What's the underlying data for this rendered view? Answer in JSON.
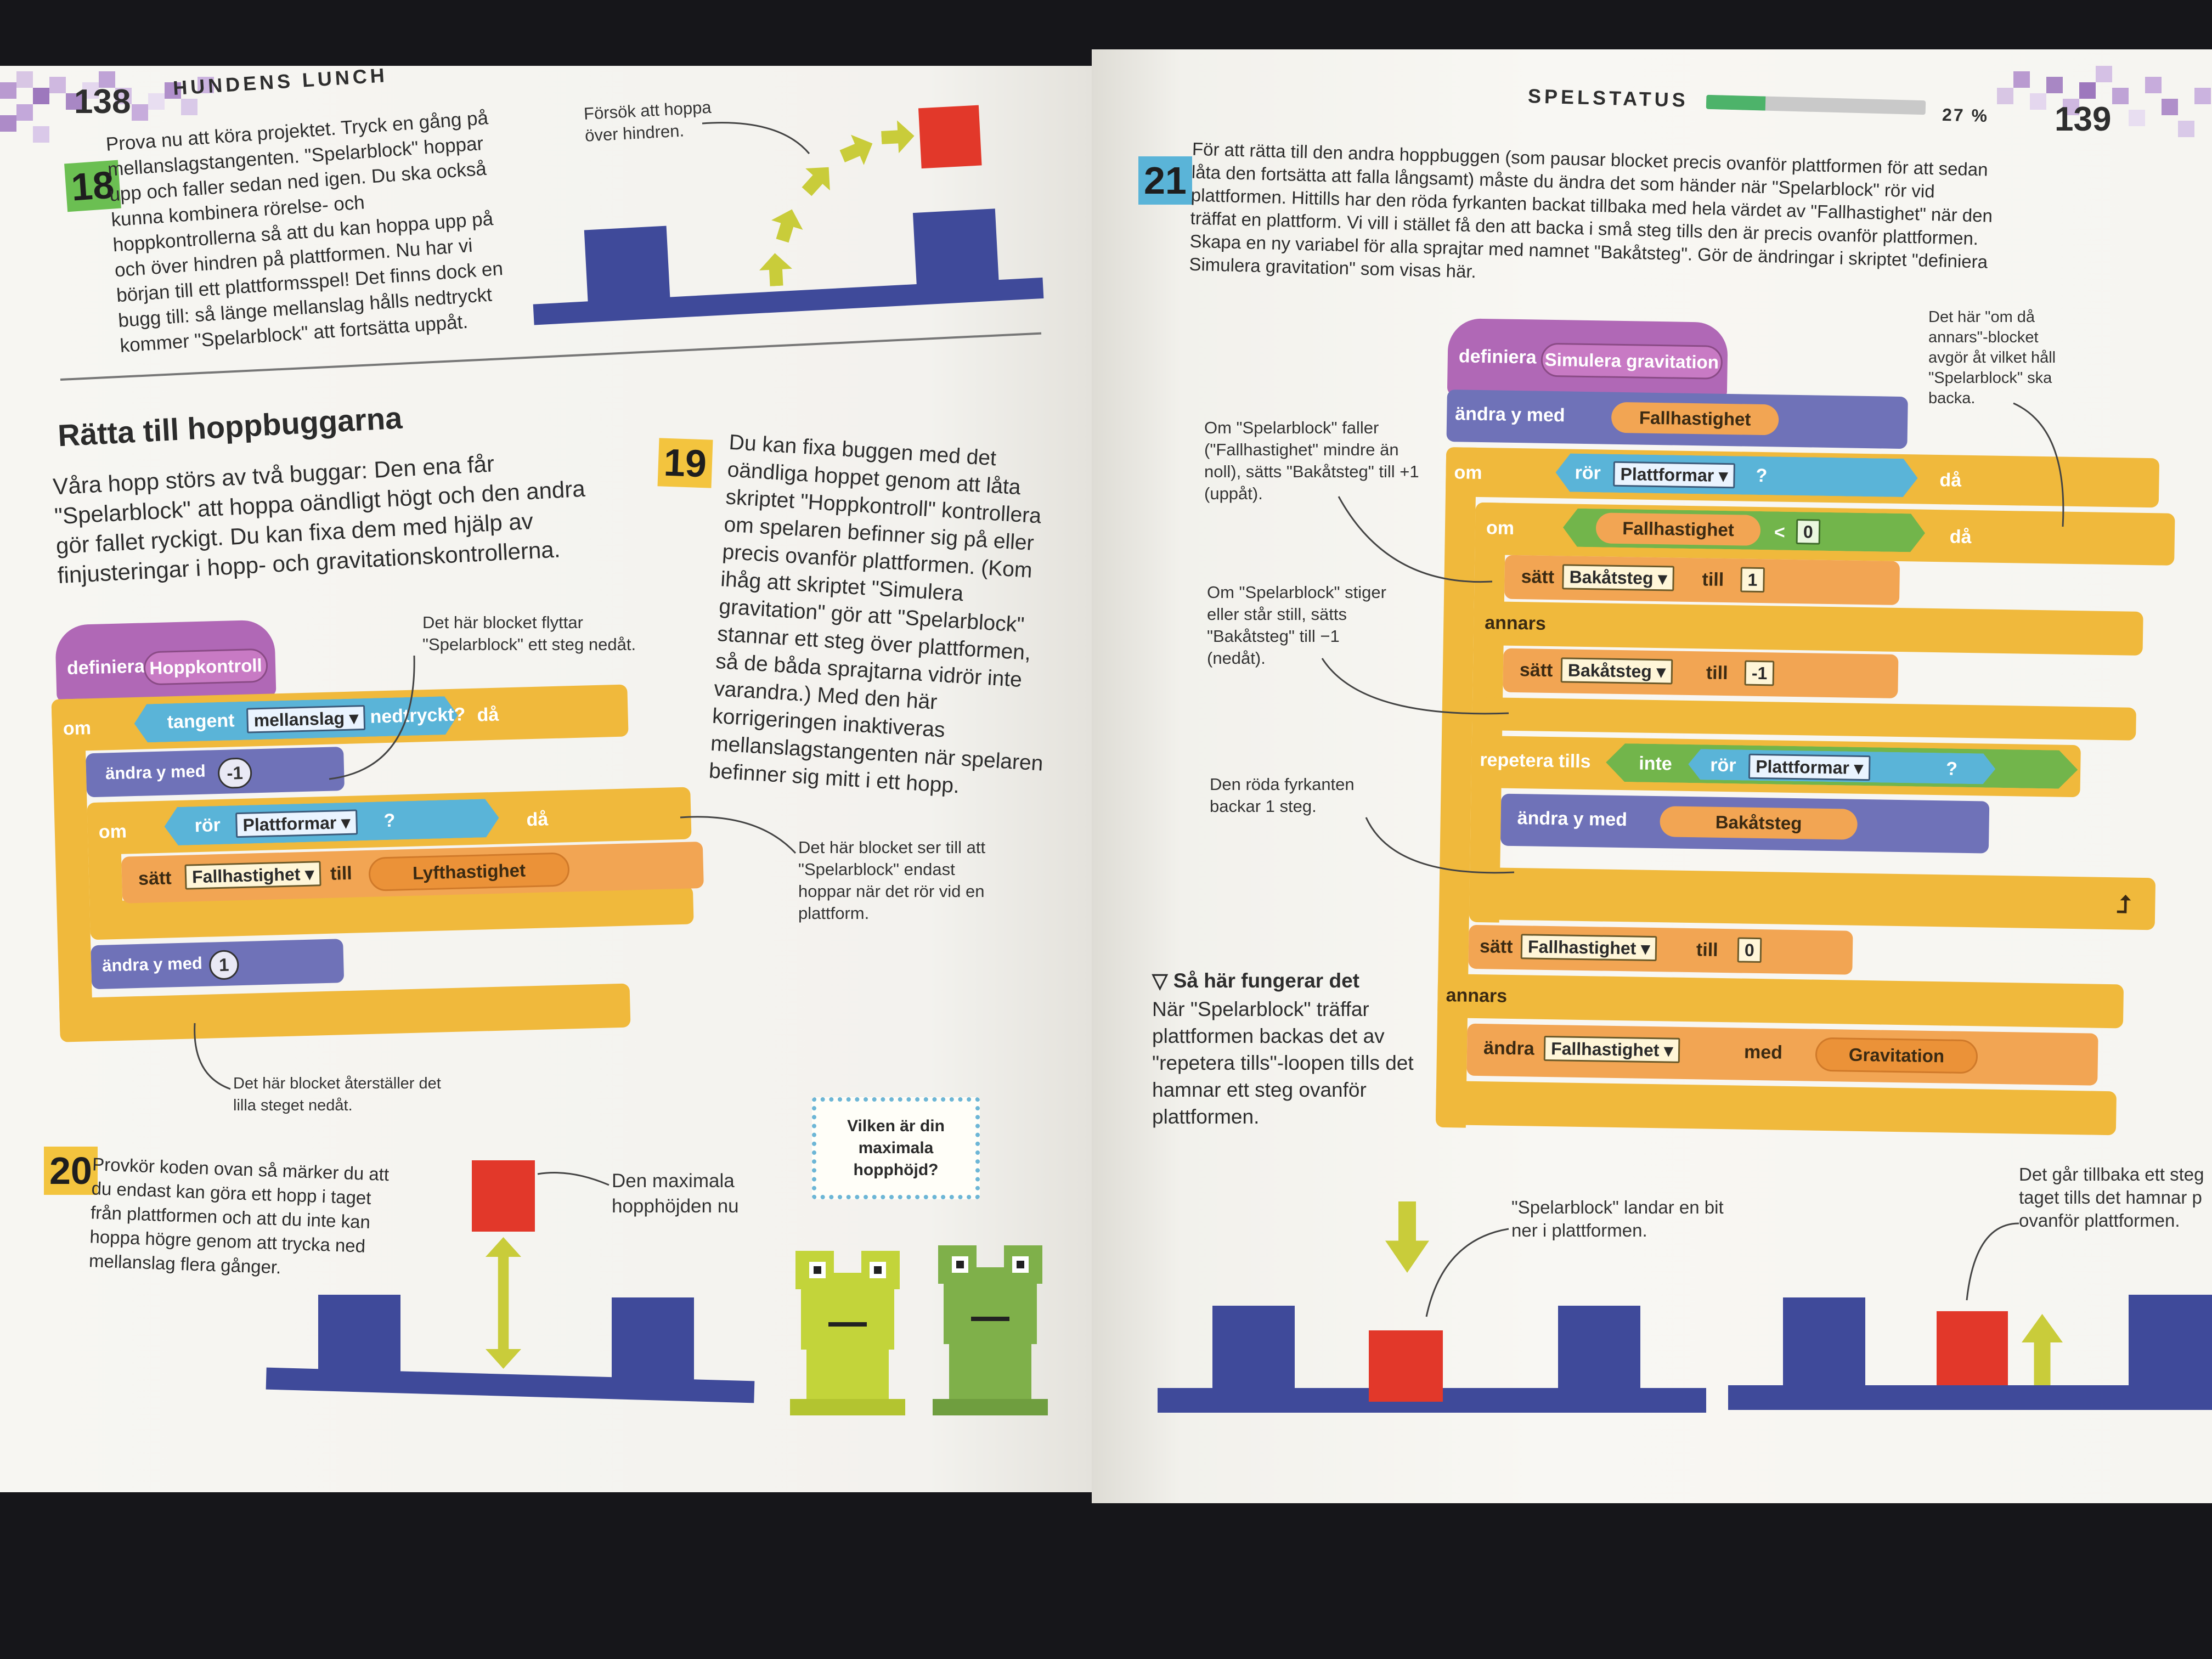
{
  "left_page": {
    "page_number": "138",
    "chapter_title": "HUNDENS LUNCH",
    "step18": {
      "number": "18",
      "text": "Prova nu att köra projektet. Tryck en gång på mellanslagstangenten. \"Spelarblock\" hoppar upp och faller sedan ned igen. Du ska också kunna kombinera rörelse- och hoppkontrollerna så att du kan hoppa upp på och över hindren på plattformen. Nu har vi början till ett plattformsspel! Det finns dock en bugg till: så länge mellanslag hålls nedtryckt kommer \"Spelarblock\" att fortsätta uppåt."
    },
    "try_jump_note": "Försök att hoppa över hindren.",
    "section_title": "Rätta till hoppbuggarna",
    "section_intro": "Våra hopp störs av två buggar: Den ena får \"Spelarblock\" att hoppa oändligt högt och den andra gör fallet ryckigt. Du kan fixa dem med hjälp av finjusteringar i hopp- och gravitationskontrollerna.",
    "step19": {
      "number": "19",
      "text": "Du kan fixa buggen med det oändliga hoppet genom att låta skriptet \"Hoppkontroll\" kontrollera om spelaren befinner sig på eller precis ovanför plattformen. (Kom ihåg att skriptet \"Simulera gravitation\" gör att \"Spelarblock\" stannar ett steg över plattformen, så de båda sprajtarna vidrör inte varandra.) Med den här korrigeringen inaktiveras mellanslagstangenten när spelaren befinner sig mitt i ett hopp."
    },
    "script": {
      "define": "definiera",
      "define_name": "Hoppkontroll",
      "if1": "om",
      "key_label": "tangent",
      "key_value": "mellanslag",
      "key_pressed": "nedtryckt?",
      "then1": "då",
      "change_y1": "ändra y med",
      "change_y1_val": "-1",
      "if2": "om",
      "touching": "rör",
      "touching_val": "Plattformar",
      "q": "?",
      "then2": "då",
      "set": "sätt",
      "set_var": "Fallhastighet",
      "to": "till",
      "set_val": "Lyfthastighet",
      "change_y2": "ändra y med",
      "change_y2_val": "1"
    },
    "note_moves_down": "Det här blocket flyttar \"Spelarblock\" ett steg nedåt.",
    "note_checks": "Det här blocket ser till att \"Spelarblock\" endast hoppar när det rör vid en plattform.",
    "note_restores": "Det här blocket återställer det lilla steget nedåt.",
    "step20": {
      "number": "20",
      "text": "Provkör koden ovan så märker du att du endast kan göra ett hopp i taget från plattformen och att du inte kan hoppa högre genom att trycka ned mellanslag flera gånger."
    },
    "max_height_note": "Den maximala hopphöjden nu",
    "bubble_text": "Vilken är din maximala hopphöjd?"
  },
  "right_page": {
    "page_number": "139",
    "header_title": "SPELSTATUS",
    "progress_percent": "27 %",
    "progress_value": 0.27,
    "step21": {
      "number": "21",
      "text": "För att rätta till den andra hoppbuggen (som pausar blocket precis ovanför plattformen för att sedan låta den fortsätta att falla långsamt) måste du ändra det som händer när \"Spelarblock\" rör vid plattformen. Hittills har den röda fyrkanten backat tillbaka med hela värdet av \"Fallhastighet\" när den träffat en plattform. Vi vill i stället få den att backa i små steg tills den är precis ovanför plattformen. Skapa en ny variabel för alla sprajtar med namnet \"Bakåtsteg\". Gör de ändringar i skriptet \"definiera Simulera gravitation\" som visas här."
    },
    "script": {
      "define": "definiera",
      "define_name": "Simulera gravitation",
      "change_y": "ändra y med",
      "change_y_val": "Fallhastighet",
      "if1": "om",
      "touching": "rör",
      "touching_val": "Plattformar",
      "q": "?",
      "then1": "då",
      "if2": "om",
      "cmp_var": "Fallhastighet",
      "lt": "<",
      "cmp_val": "0",
      "then2": "då",
      "set1": "sätt",
      "set1_var": "Bakåtsteg",
      "to1": "till",
      "set1_val": "1",
      "else1": "annars",
      "set2": "sätt",
      "set2_var": "Bakåtsteg",
      "to2": "till",
      "set2_val": "-1",
      "repeat": "repetera tills",
      "not": "inte",
      "touching2": "rör",
      "touching2_val": "Plattformar",
      "q2": "?",
      "change_y2": "ändra y med",
      "change_y2_val": "Bakåtsteg",
      "set3": "sätt",
      "set3_var": "Fallhastighet",
      "to3": "till",
      "set3_val": "0",
      "else2": "annars",
      "change": "ändra",
      "change_var": "Fallhastighet",
      "with": "med",
      "change_val": "Gravitation"
    },
    "note_ifelse": "Det här \"om då annars\"-blocket avgör åt vilket håll \"Spelarblock\" ska backa.",
    "note_falls": "Om \"Spelarblock\" faller (\"Fallhastighet\" mindre än noll), sätts \"Bakåtsteg\" till +1 (uppåt).",
    "note_rises": "Om \"Spelarblock\" stiger eller står still, sätts \"Bakåtsteg\" till −1 (nedåt).",
    "note_backs": "Den röda fyrkanten backar 1 steg.",
    "how_title": "Så här fungerar det",
    "how_text": "När \"Spelarblock\" träffar plattformen backas det av \"repetera tills\"-loopen tills det hamnar ett steg ovanför plattformen.",
    "note_lands": "\"Spelarblock\" landar en bit ner i plattformen.",
    "note_goes_back": "Det går tillbaka ett steg taget tills det hamnar p ovanför plattformen."
  },
  "colors": {
    "orange": "#f2a553",
    "yellow": "#f0b93c",
    "violet": "#6f72b8",
    "blue": "#5ab4d8",
    "green": "#72b54b",
    "purple": "#b068b6",
    "navy": "#3f4a9a",
    "red": "#e2382a",
    "arrow_yellow": "#c9cc3a"
  }
}
